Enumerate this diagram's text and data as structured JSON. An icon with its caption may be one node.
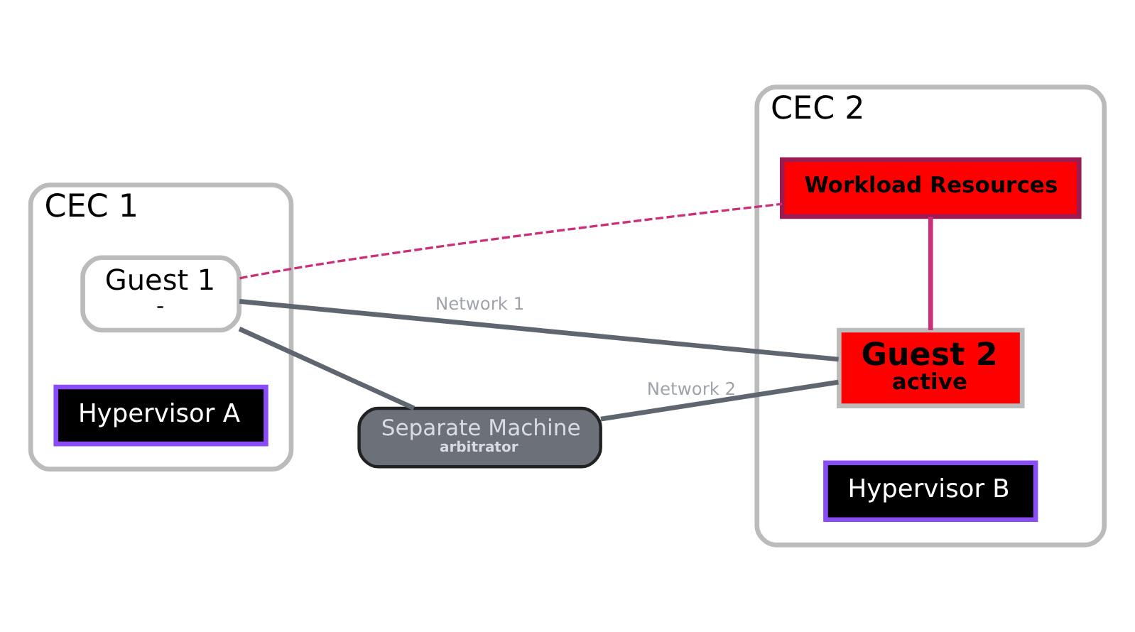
{
  "diagram": {
    "nodes": [
      {
        "text": [
          "CEC 1"
        ]
      },
      {
        "text": [
          "Guest 1",
          "-"
        ],
        "in": 0
      },
      {
        "text": [
          "Hypervisor A"
        ],
        "in": 0
      },
      {
        "text": [
          "CEC 2"
        ]
      },
      {
        "text": [
          "Workload Resources"
        ],
        "in": 3
      },
      {
        "text": [
          "Guest 2",
          "active"
        ],
        "in": 3
      },
      {
        "text": [
          "Hypervisor B"
        ],
        "in": 3
      },
      {
        "text": [
          "Separate Machine",
          "arbitrator"
        ]
      }
    ],
    "edges": [
      {
        "from": 1,
        "to": 7,
        "arrow": "none"
      },
      {
        "from": 7,
        "to": 5,
        "arrow": "none",
        "label": "Network 2"
      },
      {
        "from": 1,
        "to": 5,
        "arrow": "none",
        "label": "Network 1"
      },
      {
        "from": 4,
        "to": 5,
        "arrow": "none",
        "color": "#cc2f7a"
      },
      {
        "from": 1,
        "to": 4,
        "arrow": "none",
        "style": "dashed",
        "color": "#cc2f7a"
      }
    ]
  }
}
